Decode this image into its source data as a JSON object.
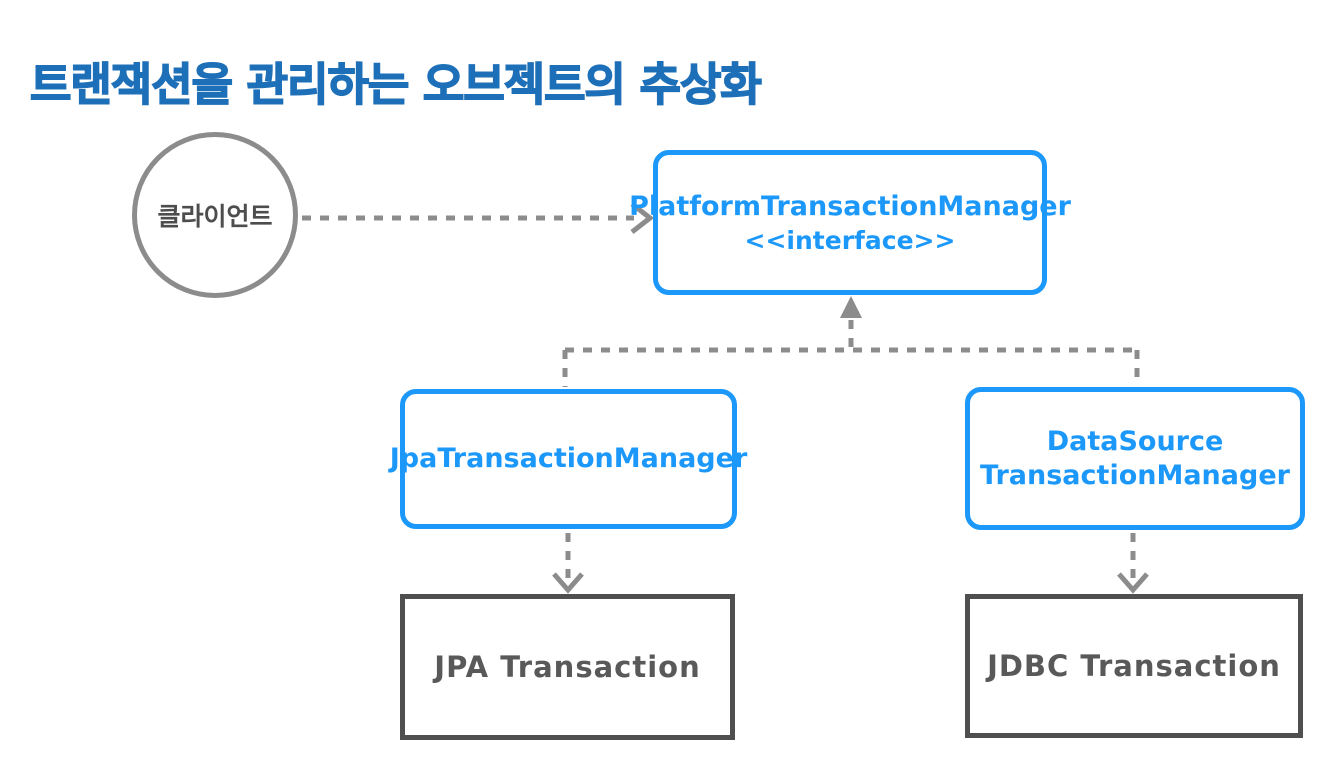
{
  "page": {
    "title": "트랜잭션을 관리하는 오브젝트의 추상화"
  },
  "diagram": {
    "client": {
      "label": "클라이언트"
    },
    "platform_transaction_manager": {
      "name": "PlatformTransactionManager",
      "stereotype": "<<interface>>"
    },
    "jpa_transaction_manager": {
      "name": "JpaTransactionManager"
    },
    "datasource_transaction_manager": {
      "name": "DataSource\nTransactionManager"
    },
    "jpa_transaction": {
      "label": "JPA Transaction"
    },
    "jdbc_transaction": {
      "label": "JDBC Transaction"
    }
  },
  "colors": {
    "title_blue": "#1D6FB8",
    "accent_blue": "#1B98FA",
    "connector_gray": "#8C8C8C",
    "dark_box_gray": "#4F4F4F",
    "dark_text_gray": "#4D4D4D",
    "background": "#FFFFFF"
  }
}
